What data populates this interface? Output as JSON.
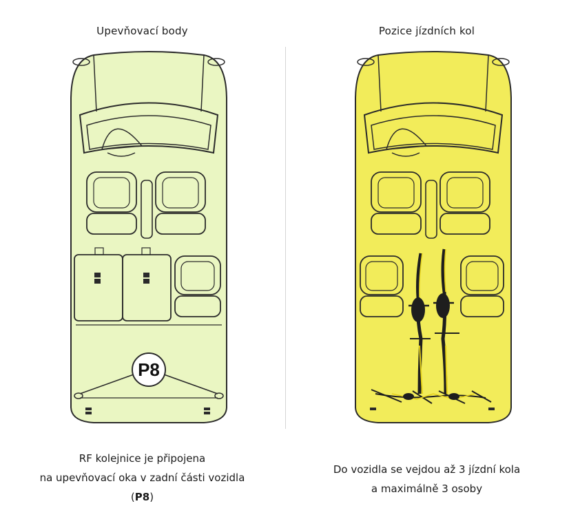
{
  "left": {
    "title": "Upevňovací body",
    "marker_label": "P8",
    "caption_line1": "RF kolejnice je připojena",
    "caption_line2": "na upevňovací oka v zadní části vozidla",
    "caption_paren_open": "(",
    "caption_bold": "P8",
    "caption_paren_close": ")"
  },
  "right": {
    "title": "Pozice jízdních kol",
    "caption_line1": "Do vozidla se vejdou až 3 jízdní kola",
    "caption_line2": "a maximálně 3 osoby"
  },
  "colors": {
    "left_car_fill": "#eaf6c2",
    "right_car_fill": "#f2ec5a",
    "outline": "#2a2a2a",
    "bike": "#1e1e1e",
    "bike_accent": "#e6d21a"
  }
}
